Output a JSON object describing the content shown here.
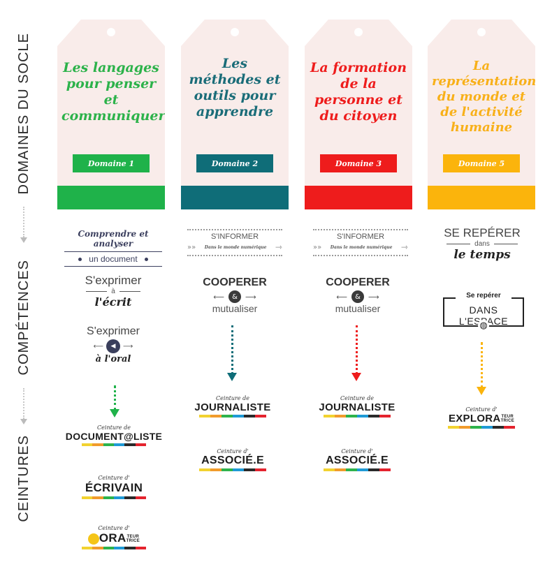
{
  "side_labels": [
    "DOMAINES DU SOCLE",
    "COMPÉTENCES",
    "CEINTURES"
  ],
  "stripe_colors": [
    "#f2d230",
    "#f19b2c",
    "#2eb34c",
    "#1f9ad6",
    "#2a2a2a",
    "#e4232e"
  ],
  "domains": [
    {
      "title": "Les langages pour penser et communiquer",
      "badge": "Domaine 1",
      "color": "#1fb24a",
      "title_color": "#2cb24a"
    },
    {
      "title": "Les méthodes et outils pour apprendre",
      "badge": "Domaine 2",
      "color": "#0f6d78",
      "title_color": "#1a6c78"
    },
    {
      "title": "La formation de la personne et du citoyen",
      "badge": "Domaine 3",
      "color": "#ee1c1c",
      "title_color": "#ee1c1c"
    },
    {
      "title": "La représentation du monde et de l'activité humaine",
      "badge": "Domaine 5",
      "color": "#fbb40c",
      "title_color": "#f8b019"
    }
  ],
  "competences": {
    "c1a": {
      "top": "Comprendre et analyser",
      "bottom": "un document"
    },
    "c1b": {
      "top": "S'exprimer",
      "mid": "à",
      "bottom": "l'écrit"
    },
    "c1c": {
      "top": "S'exprimer",
      "bottom": "à l'oral"
    },
    "c2a": {
      "top": "S'INFORMER",
      "sub": "Dans le monde numérique"
    },
    "c2b": {
      "top": "COOPERER",
      "mid": "&",
      "bottom": "mutualiser"
    },
    "c3a": {
      "top": "S'INFORMER",
      "sub": "Dans le monde numérique"
    },
    "c3b": {
      "top": "COOPERER",
      "mid": "&",
      "bottom": "mutualiser"
    },
    "c5a": {
      "top": "SE REPÉRER",
      "mid": "dans",
      "bottom": "le temps"
    },
    "c5b": {
      "top": "Se repérer",
      "bottom": "DANS L'ESPACE"
    }
  },
  "belts": {
    "b1a": {
      "pre": "Ceinture de",
      "name": "DOCUMENT@LISTE"
    },
    "b1b": {
      "pre": "Ceinture d'",
      "name": "ÉCRIVAIN"
    },
    "b1c": {
      "pre": "Ceinture d'",
      "name": "ORA",
      "suffix1": "TEUR",
      "suffix2": "TRICE"
    },
    "b2a": {
      "pre": "Ceinture de",
      "name": "JOURNALISTE"
    },
    "b2b": {
      "pre": "Ceinture d'",
      "name": "ASSOCIÉ.E"
    },
    "b3a": {
      "pre": "Ceinture de",
      "name": "JOURNALISTE"
    },
    "b3b": {
      "pre": "Ceinture d'",
      "name": "ASSOCIÉ.E"
    },
    "b5a": {
      "pre": "Ceinture d'",
      "name": "EXPLORA",
      "suffix1": "TEUR",
      "suffix2": "TRICE"
    }
  }
}
